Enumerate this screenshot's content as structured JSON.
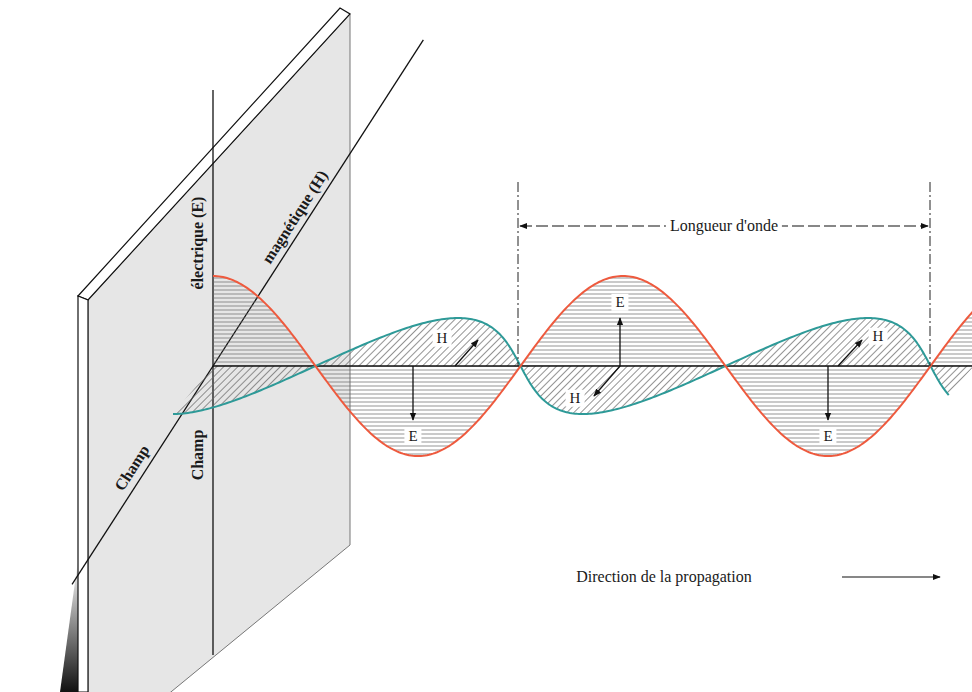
{
  "diagram": {
    "labels": [
      "électrique (E)",
      "magnétique (H)",
      "Champ",
      "Champ",
      "Longueur d'onde",
      "E",
      "H",
      "H",
      "H",
      "E",
      "E",
      "Direction de la propagation"
    ]
  }
}
